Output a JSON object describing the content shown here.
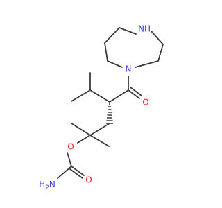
{
  "atoms": {
    "nh_ring": {
      "symbol": "NH",
      "color": "#3333ff"
    },
    "n_ring": {
      "symbol": "N",
      "color": "#3333ff"
    },
    "o_carbonyl": {
      "symbol": "O",
      "color": "#ff2020"
    },
    "o_ester": {
      "symbol": "O",
      "color": "#ff2020"
    },
    "o_carbamate": {
      "symbol": "O",
      "color": "#ff2020"
    },
    "nh2": {
      "symbol": "H",
      "subscript": "2",
      "suffix": "N",
      "color": "#3333ff"
    }
  }
}
